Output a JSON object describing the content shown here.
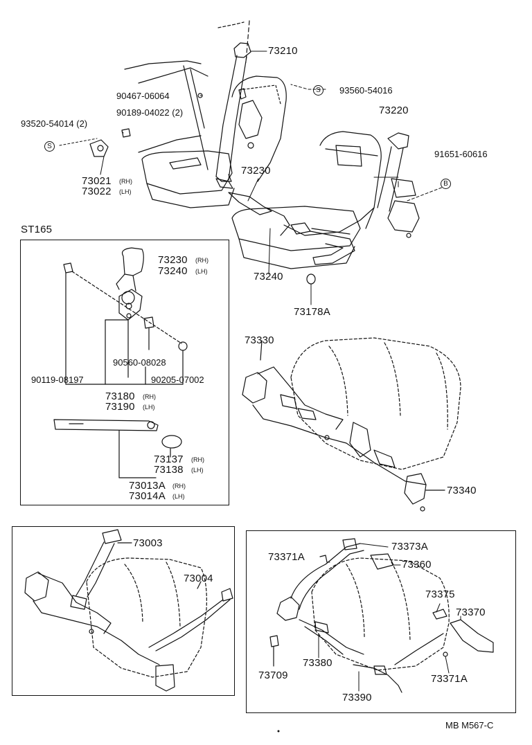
{
  "group_label": "ST165",
  "footer_code": "MB  M567-C",
  "callouts": {
    "p73210": "73210",
    "p93560": "93560-54016",
    "p90467": "90467-06064",
    "p90189": "90189-04022 (2)",
    "p93520": "93520-54014 (2)",
    "p73220": "73220",
    "p91651": "91651-60616",
    "p73230top": "73230",
    "p73021": "73021",
    "p73021_side": "(RH)",
    "p73022": "73022",
    "p73022_side": "(LH)",
    "p73240top": "73240",
    "p73178a": "73178A",
    "p73330": "73330",
    "p73340": "73340",
    "p73003": "73003",
    "p73004": "73004",
    "p73373a": "73373A",
    "p73371a_1": "73371A",
    "p73360": "73360",
    "p73375": "73375",
    "p73370": "73370",
    "p73709": "73709",
    "p73380": "73380",
    "p73390": "73390",
    "p73371a_2": "73371A"
  },
  "inset": {
    "p73230": "73230",
    "p73230_side": "(RH)",
    "p73240": "73240",
    "p73240_side": "(LH)",
    "p90560": "90560-08028",
    "p90119": "90119-08197",
    "p90205": "90205-07002",
    "p73180": "73180",
    "p73180_side": "(RH)",
    "p73190": "73190",
    "p73190_side": "(LH)",
    "p73137": "73137",
    "p73137_side": "(RH)",
    "p73138": "73138",
    "p73138_side": "(LH)",
    "p73013a": "73013A",
    "p73013a_side": "(RH)",
    "p73014a": "73014A",
    "p73014a_side": "(LH)"
  },
  "markers": {
    "s": "S",
    "b": "B"
  },
  "colors": {
    "ink": "#111111",
    "paper": "#ffffff"
  }
}
